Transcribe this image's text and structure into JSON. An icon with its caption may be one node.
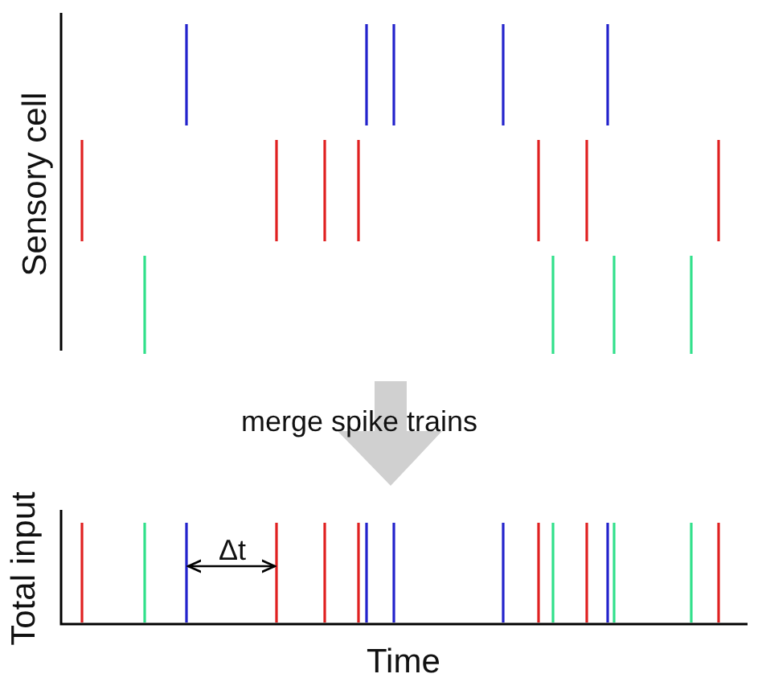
{
  "diagram": {
    "labels": [
      "Sensory cell",
      "merge spike trains",
      "Total input",
      "Δt",
      "Time"
    ]
  }
}
